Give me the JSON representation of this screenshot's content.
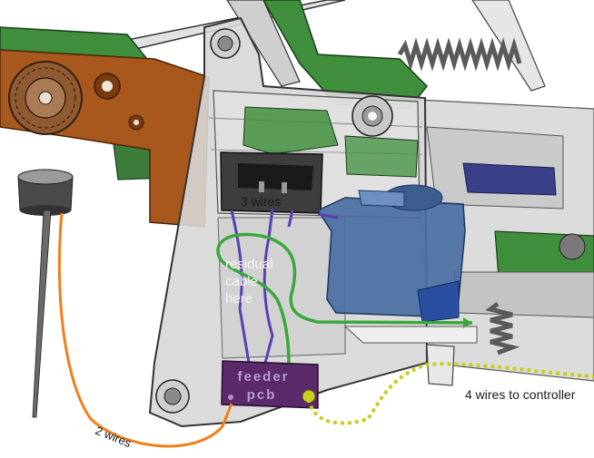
{
  "labels": {
    "three_wires": "3 wires",
    "residual_line1": "residual",
    "residual_line2": "cable",
    "residual_line3": "here",
    "pcb_line1": "feeder",
    "pcb_line2": "pcb",
    "two_wires": "2 wires",
    "four_wires": "4 wires to controller"
  },
  "colors": {
    "background": "#ffffff",
    "gear_brown": "#a8581c",
    "green_part": "#3f8f3c",
    "housing_grey": "#d7d7d7",
    "servo_blue": "#4a6fa3",
    "pcb_purple": "#5a2a6a",
    "wire_purple": "#5b3fb0",
    "wire_green": "#39a83c",
    "wire_orange": "#f07f1a",
    "wire_yellow": "#c9cd1f",
    "spring_grey": "#5a5a5a"
  }
}
